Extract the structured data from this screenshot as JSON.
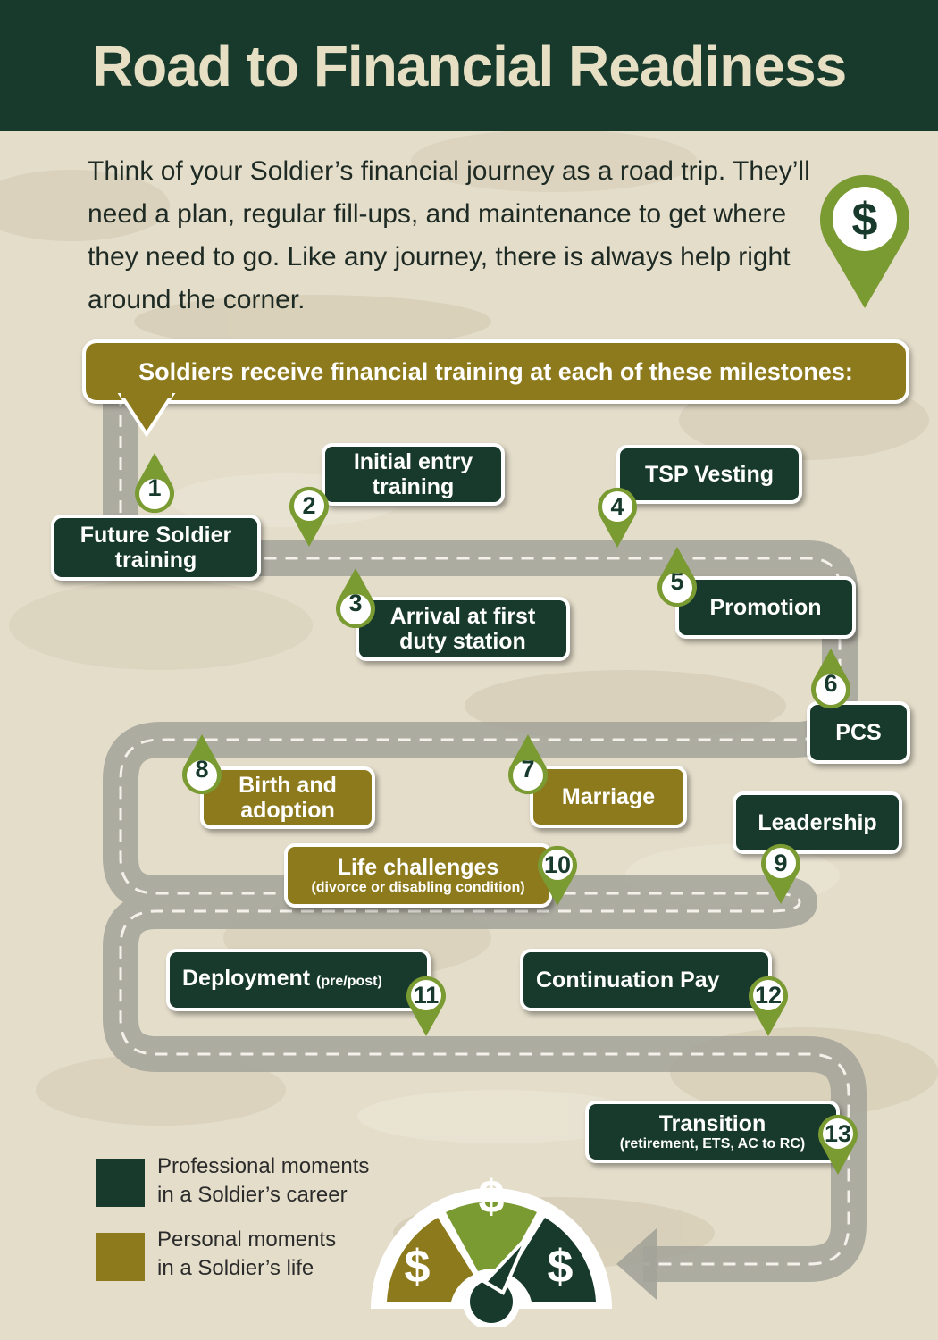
{
  "title": "Road to Financial Readiness",
  "intro": "Think of your Soldier’s financial journey as a road trip. They’ll need a plan, regular fill-ups, and maintenance to get where they need to go. Like any journey, there is always help right around the corner.",
  "callout": "Soldiers receive financial training at each of these milestones:",
  "colors": {
    "professional": "#183a2d",
    "personal": "#8d7a1c",
    "pin": "#7a9a32",
    "road": "#a3a39a"
  },
  "icons": {
    "top_marker": "dollar-map-pin-icon",
    "gauge": "dollar-gauge-icon"
  },
  "currency_symbol": "$",
  "milestones": [
    {
      "num": "1",
      "line1": "Future Soldier",
      "line2": "training",
      "type": "professional"
    },
    {
      "num": "2",
      "line1": "Initial entry",
      "line2": "training",
      "type": "professional"
    },
    {
      "num": "3",
      "line1": "Arrival at first",
      "line2": "duty station",
      "type": "professional"
    },
    {
      "num": "4",
      "line1": "TSP Vesting",
      "type": "professional"
    },
    {
      "num": "5",
      "line1": "Promotion",
      "type": "professional"
    },
    {
      "num": "6",
      "line1": "PCS",
      "type": "professional"
    },
    {
      "num": "7",
      "line1": "Marriage",
      "type": "personal"
    },
    {
      "num": "8",
      "line1": "Birth and",
      "line2": "adoption",
      "type": "personal"
    },
    {
      "num": "9",
      "line1": "Leadership",
      "type": "professional"
    },
    {
      "num": "10",
      "line1": "Life challenges",
      "sub": "(divorce or disabling condition)",
      "type": "personal"
    },
    {
      "num": "11",
      "line1": "Deployment",
      "small": "(pre/post)",
      "type": "professional"
    },
    {
      "num": "12",
      "line1": "Continuation Pay",
      "type": "professional"
    },
    {
      "num": "13",
      "line1": "Transition",
      "sub": "(retirement, ETS, AC to RC)",
      "type": "professional"
    }
  ],
  "legend": [
    {
      "line1": "Professional moments",
      "line2": "in a Soldier’s career",
      "color": "#183a2d"
    },
    {
      "line1": "Personal moments",
      "line2": "in a Soldier’s life",
      "color": "#8d7a1c"
    }
  ]
}
